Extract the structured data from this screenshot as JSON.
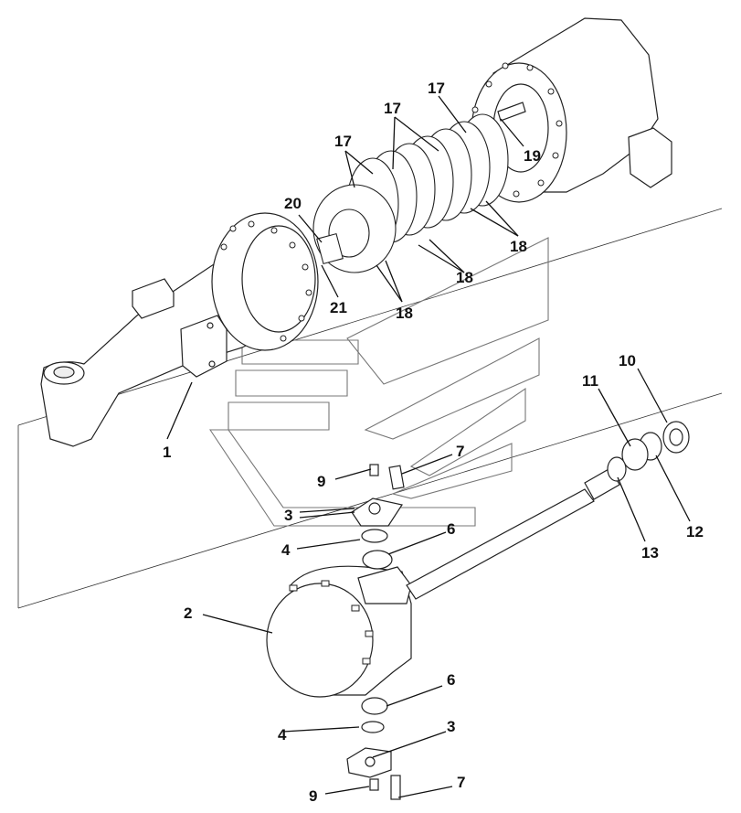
{
  "diagram": {
    "callouts": [
      {
        "id": "c1",
        "text": "1"
      },
      {
        "id": "c2",
        "text": "2"
      },
      {
        "id": "c3a",
        "text": "3"
      },
      {
        "id": "c3b",
        "text": "3"
      },
      {
        "id": "c4a",
        "text": "4"
      },
      {
        "id": "c4b",
        "text": "4"
      },
      {
        "id": "c6a",
        "text": "6"
      },
      {
        "id": "c6b",
        "text": "6"
      },
      {
        "id": "c7a",
        "text": "7"
      },
      {
        "id": "c7b",
        "text": "7"
      },
      {
        "id": "c9a",
        "text": "9"
      },
      {
        "id": "c9b",
        "text": "9"
      },
      {
        "id": "c10",
        "text": "10"
      },
      {
        "id": "c11",
        "text": "11"
      },
      {
        "id": "c12",
        "text": "12"
      },
      {
        "id": "c13",
        "text": "13"
      },
      {
        "id": "c17a",
        "text": "17"
      },
      {
        "id": "c17b",
        "text": "17"
      },
      {
        "id": "c17c",
        "text": "17"
      },
      {
        "id": "c18a",
        "text": "18"
      },
      {
        "id": "c18b",
        "text": "18"
      },
      {
        "id": "c18c",
        "text": "18"
      },
      {
        "id": "c19",
        "text": "19"
      },
      {
        "id": "c20",
        "text": "20"
      },
      {
        "id": "c21",
        "text": "21"
      }
    ]
  }
}
